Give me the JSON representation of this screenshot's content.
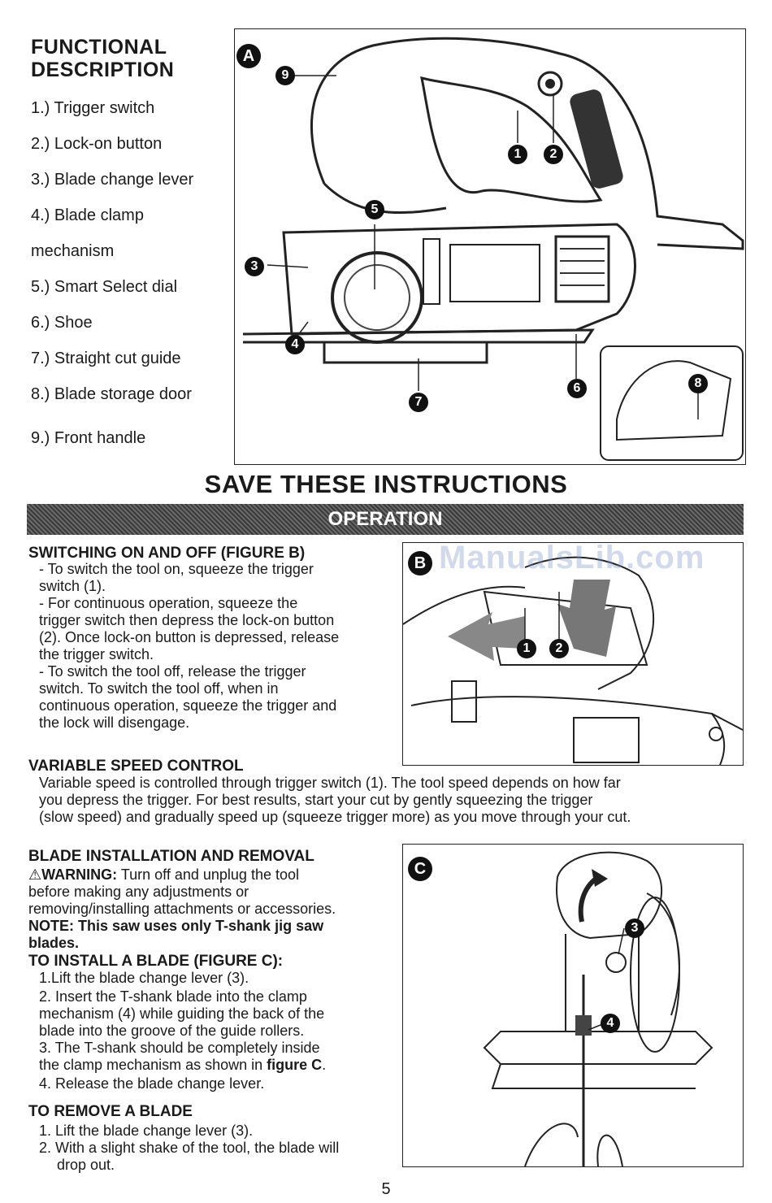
{
  "functional_description": {
    "title_line1": "FUNCTIONAL",
    "title_line2": "DESCRIPTION",
    "items": [
      "1.) Trigger switch",
      "2.) Lock-on button",
      "3.) Blade change lever",
      "4.) Blade clamp",
      "mechanism",
      "5.) Smart Select dial",
      "6.) Shoe",
      "7.) Straight cut guide",
      "8.) Blade storage door",
      "9.) Front handle"
    ]
  },
  "figures": {
    "a": {
      "badge": "A",
      "callouts": [
        "9",
        "1",
        "2",
        "5",
        "3",
        "4",
        "7",
        "6",
        "8"
      ]
    },
    "b": {
      "badge": "B",
      "callouts": [
        "1",
        "2"
      ]
    },
    "c": {
      "badge": "C",
      "callouts": [
        "3",
        "4"
      ]
    }
  },
  "save_heading": "SAVE THESE INSTRUCTIONS",
  "operation_bar": "OPERATION",
  "watermark": "ManualsLib.com",
  "switching": {
    "heading": "SWITCHING ON AND OFF (FIGURE B)",
    "lines": [
      "- To switch the tool on, squeeze the trigger",
      "switch (1).",
      "- For continuous operation, squeeze the",
      "trigger switch then depress the lock-on button",
      "(2). Once lock-on button is depressed, release",
      "the trigger switch.",
      "- To switch the tool off, release the trigger",
      "switch. To switch the tool off, when in",
      "continuous operation, squeeze the trigger and",
      "the lock will disengage."
    ]
  },
  "variable_speed": {
    "heading": "VARIABLE SPEED CONTROL",
    "lines": [
      "Variable speed is controlled through trigger switch (1). The tool speed depends on how far",
      "you depress the trigger. For best results, start your cut by gently squeezing the trigger",
      "(slow speed) and gradually speed up (squeeze trigger more) as you move through your cut."
    ]
  },
  "blade": {
    "heading": "BLADE INSTALLATION AND REMOVAL",
    "warning_label": "WARNING:",
    "warning_line1": "Turn off and unplug the tool",
    "warning_line2": "before making any adjustments or",
    "warning_line3": "removing/installing attachments or accessories.",
    "note_line1": "NOTE: This saw uses only T-shank jig saw",
    "note_line2": "blades.",
    "install_heading": "TO INSTALL A BLADE (FIGURE C):",
    "install_lines": [
      "1.Lift the blade change lever (3).",
      "2. Insert the T-shank blade into the clamp",
      "mechanism (4) while guiding the back of the",
      "blade into the groove of the guide rollers.",
      "3. The T-shank should be completely inside",
      "the clamp mechanism as shown in",
      "4. Release the blade change lever."
    ],
    "figure_ref": "figure C",
    "remove_heading": "TO REMOVE A BLADE",
    "remove_lines": [
      "1. Lift the blade change lever (3).",
      "2. With a slight shake of the tool, the blade will",
      "drop out."
    ]
  },
  "page_number": "5"
}
